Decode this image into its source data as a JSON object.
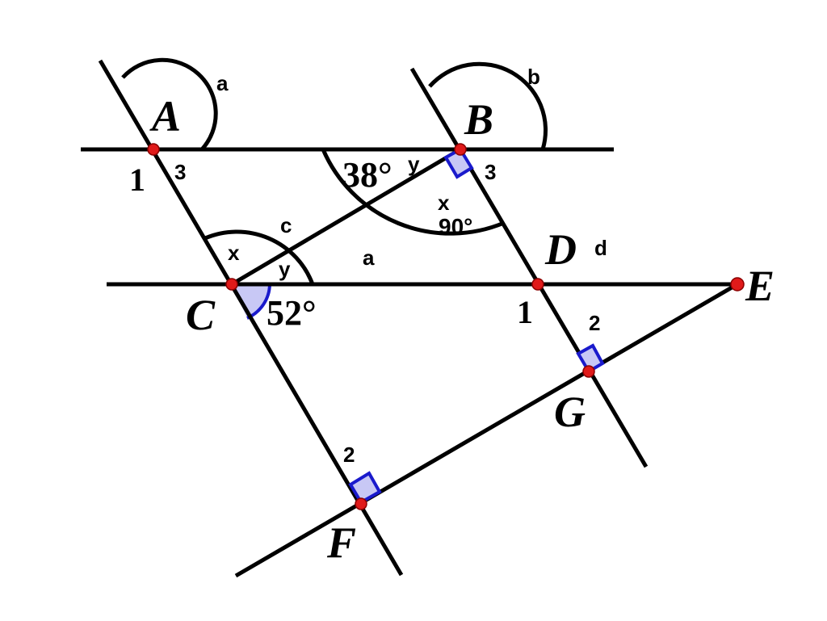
{
  "points": {
    "A": "A",
    "B": "B",
    "C": "C",
    "D": "D",
    "E": "E",
    "F": "F",
    "G": "G"
  },
  "angles": {
    "ang_38": "38°",
    "ang_52": "52°",
    "ang_90": "90°"
  },
  "labels": {
    "a_top": "a",
    "b_top": "b",
    "a_mid": "a",
    "c": "c",
    "d": "d",
    "x_c": "x",
    "y_c": "y",
    "x_b": "x",
    "y_b": "y",
    "one_a": "1",
    "three_a": "3",
    "three_b": "3",
    "one_d": "1",
    "two_g": "2",
    "two_f": "2"
  },
  "colors": {
    "line": "#000000",
    "point": "#e01a1a",
    "right_angle_fill": "#c8c8f5",
    "right_angle_stroke": "#1a1acc"
  }
}
